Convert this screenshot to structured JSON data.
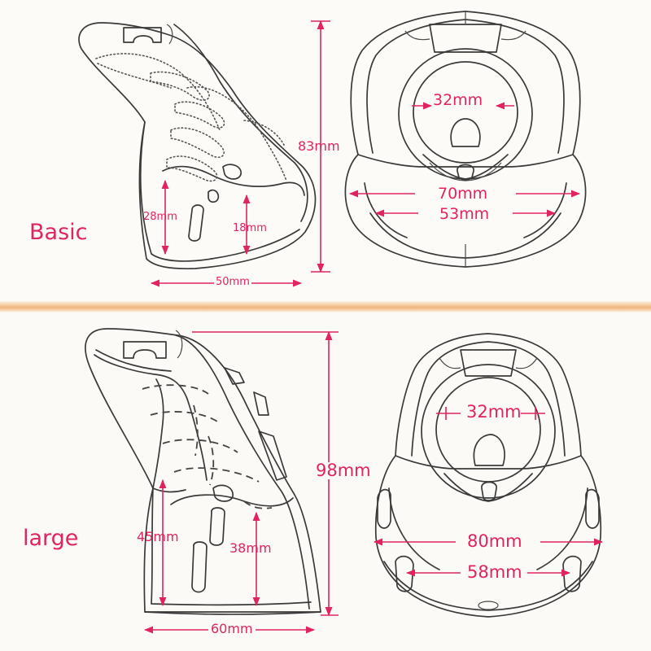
{
  "sizes": {
    "basic": {
      "label": "Basic",
      "side": {
        "height": "83mm",
        "front_opening": "28mm",
        "inner_opening": "18mm",
        "length": "50mm"
      },
      "front": {
        "ring": "32mm",
        "outer_width": "70mm",
        "inner_width": "53mm"
      }
    },
    "large": {
      "label": "large",
      "side": {
        "height": "98mm",
        "front_opening": "45mm",
        "inner_opening": "38mm",
        "length": "60mm"
      },
      "front": {
        "ring": "32mm",
        "outer_width": "80mm",
        "inner_width": "58mm"
      }
    }
  },
  "colors": {
    "accent": "#e0245e",
    "line": "#3a3a3a",
    "divider": "#f1b37a"
  }
}
